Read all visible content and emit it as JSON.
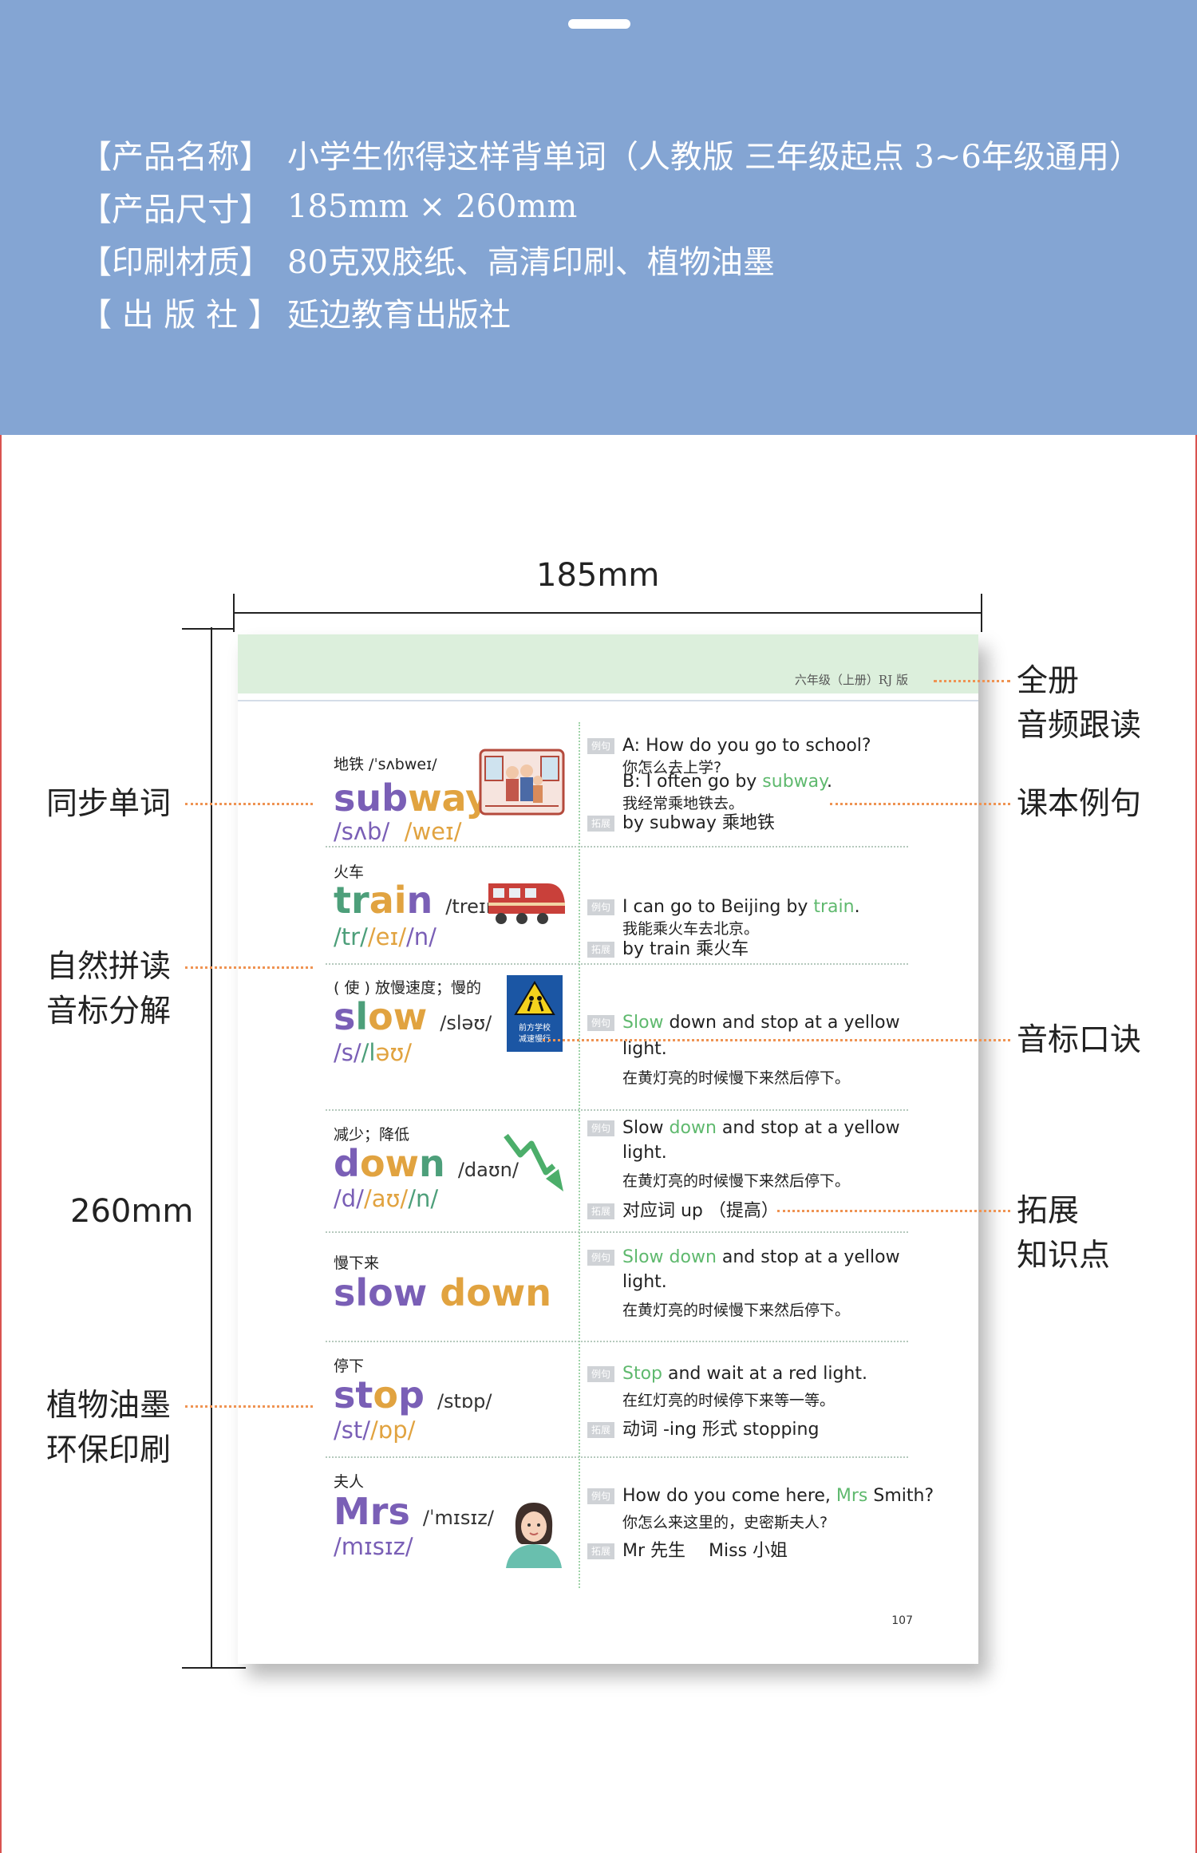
{
  "product_info": [
    {
      "label": "【产品名称】",
      "value": "小学生你得这样背单词（人教版 三年级起点 3~6年级通用）"
    },
    {
      "label": "【产品尺寸】",
      "value": "185mm × 260mm"
    },
    {
      "label": "【印刷材质】",
      "value": "80克双胶纸、高清印刷、植物油墨"
    },
    {
      "label": "【 出 版 社 】",
      "value": "延边教育出版社"
    }
  ],
  "dimensions": {
    "width": "185mm",
    "height": "260mm"
  },
  "callouts": {
    "left": [
      "同步单词",
      "自然拼读\n音标分解",
      "植物油墨\n环保印刷"
    ],
    "right": [
      "全册\n音频跟读",
      "课本例句",
      "音标口诀",
      "拓展\n知识点"
    ]
  },
  "book_page": {
    "header": "六年级（上册）RJ 版",
    "page_number": "107",
    "tag_example": "例句",
    "tag_extend": "拓展",
    "entries": [
      {
        "cn": "地铁 /ˈsʌbweɪ/",
        "word": [
          "sub",
          "way"
        ],
        "ipa": "",
        "segments": [
          "/sʌb/",
          "/weɪ/"
        ],
        "examples": [
          "A: How do you go to school?",
          "你怎么去上学?",
          "B: I often go by ",
          "subway",
          ".",
          "我经常乘地铁去。"
        ],
        "extend": "by subway 乘地铁"
      },
      {
        "cn": "火车",
        "word": [
          "tr",
          "ai",
          "n"
        ],
        "ipa": "/treɪn/",
        "segments": [
          "/tr/",
          "/eɪ/",
          "/n/"
        ],
        "examples": [
          "I can go to Beijing by ",
          "train",
          ".",
          "我能乘火车去北京。"
        ],
        "extend": "by train 乘火车"
      },
      {
        "cn": "( 使 ) 放慢速度；慢的",
        "word": [
          "s",
          "l",
          "ow"
        ],
        "ipa": "/sləʊ/",
        "segments": [
          "/s/",
          "/l",
          "əʊ/"
        ],
        "sign_text": "前方学校\n减速慢行",
        "examples": [
          "Slow",
          " down and stop at a yellow",
          "light.",
          "在黄灯亮的时候慢下来然后停下。"
        ]
      },
      {
        "cn": "减少；降低",
        "word": [
          "d",
          "ow",
          "n"
        ],
        "ipa": "/daʊn/",
        "segments": [
          "/d/",
          "/aʊ/",
          "/n/"
        ],
        "examples": [
          "Slow ",
          "down",
          " and stop at a yellow",
          "light.",
          "在黄灯亮的时候慢下来然后停下。"
        ],
        "extend": "对应词 up （提高）"
      },
      {
        "cn": "慢下来",
        "word": [
          "slow",
          " ",
          "down"
        ],
        "examples": [
          "Slow down",
          " and stop at a yellow",
          "light.",
          "在黄灯亮的时候慢下来然后停下。"
        ]
      },
      {
        "cn": "停下",
        "word": [
          "st",
          "o",
          "p"
        ],
        "ipa": "/stɒp/",
        "segments": [
          "/st/",
          "/ɒp/"
        ],
        "examples": [
          "Stop",
          " and wait at a red light.",
          "在红灯亮的时候停下来等一等。"
        ],
        "extend": "动词 -ing 形式 stopping"
      },
      {
        "cn": "夫人",
        "word": [
          "Mrs"
        ],
        "ipa": "/ˈmɪsɪz/",
        "segments": [
          "/mɪsɪz/"
        ],
        "examples": [
          "How do you come here, ",
          "Mrs",
          " Smith?",
          "你怎么来这里的，史密斯夫人?"
        ],
        "extend": "Mr 先生　 Miss 小姐"
      }
    ]
  },
  "colors": {
    "panel": "#84a5d3",
    "header_green": "#dcefdc",
    "purple": "#7a5fb6",
    "orange": "#e1a340",
    "green": "#4d9f7a",
    "callout_dots": "#ef9352"
  }
}
